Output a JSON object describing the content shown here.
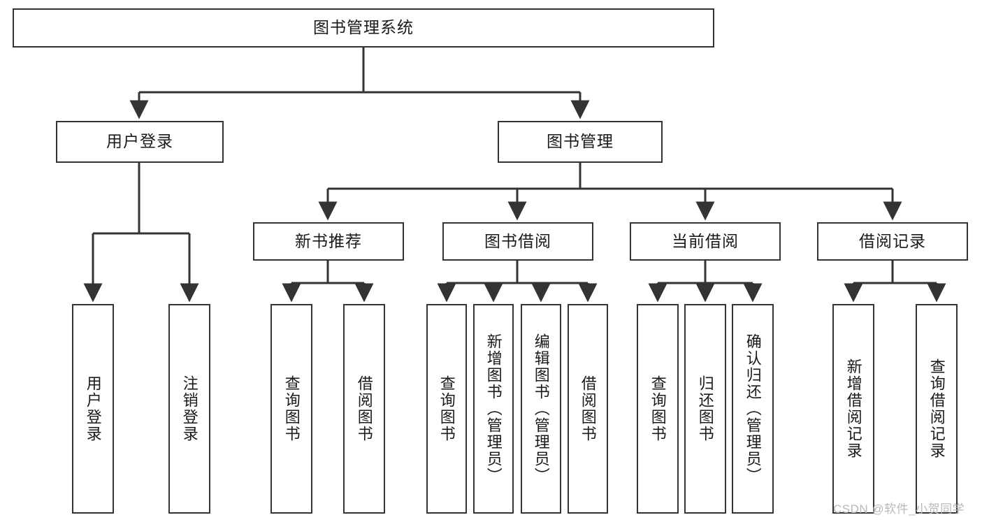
{
  "diagram": {
    "title_node": {
      "label": "图书管理系统"
    },
    "level2": [
      {
        "id": "user-login",
        "label": "用户登录"
      },
      {
        "id": "book-management",
        "label": "图书管理"
      }
    ],
    "level3": [
      {
        "id": "new-book-recommend",
        "label": "新书推荐"
      },
      {
        "id": "book-borrow",
        "label": "图书借阅"
      },
      {
        "id": "current-borrow",
        "label": "当前借阅"
      },
      {
        "id": "borrow-record",
        "label": "借阅记录"
      }
    ],
    "leaves": {
      "user_login": [
        {
          "id": "leaf-user-login",
          "label": "用户登录"
        },
        {
          "id": "leaf-logout-login",
          "label": "注销登录"
        }
      ],
      "new_book_recommend": [
        {
          "id": "leaf-query-book-1",
          "label": "查询图书"
        },
        {
          "id": "leaf-borrow-book-1",
          "label": "借阅图书"
        }
      ],
      "book_borrow": [
        {
          "id": "leaf-query-book-2",
          "label": "查询图书"
        },
        {
          "id": "leaf-add-book",
          "label": "新增图书（管理员）"
        },
        {
          "id": "leaf-edit-book",
          "label": "编辑图书（管理员）"
        },
        {
          "id": "leaf-borrow-book-2",
          "label": "借阅图书"
        }
      ],
      "current_borrow": [
        {
          "id": "leaf-query-book-3",
          "label": "查询图书"
        },
        {
          "id": "leaf-return-book",
          "label": "归还图书"
        },
        {
          "id": "leaf-confirm-return",
          "label": "确认归还（管理员）"
        }
      ],
      "borrow_record": [
        {
          "id": "leaf-add-record",
          "label": "新增借阅记录"
        },
        {
          "id": "leaf-query-record",
          "label": "查询借阅记录"
        }
      ]
    }
  },
  "watermark": {
    "text": "CSDN @软件_小贺同学"
  },
  "colors": {
    "border": "#333333",
    "background": "#ffffff",
    "text": "#1a1a1a",
    "watermark": "#b9b9b9"
  }
}
